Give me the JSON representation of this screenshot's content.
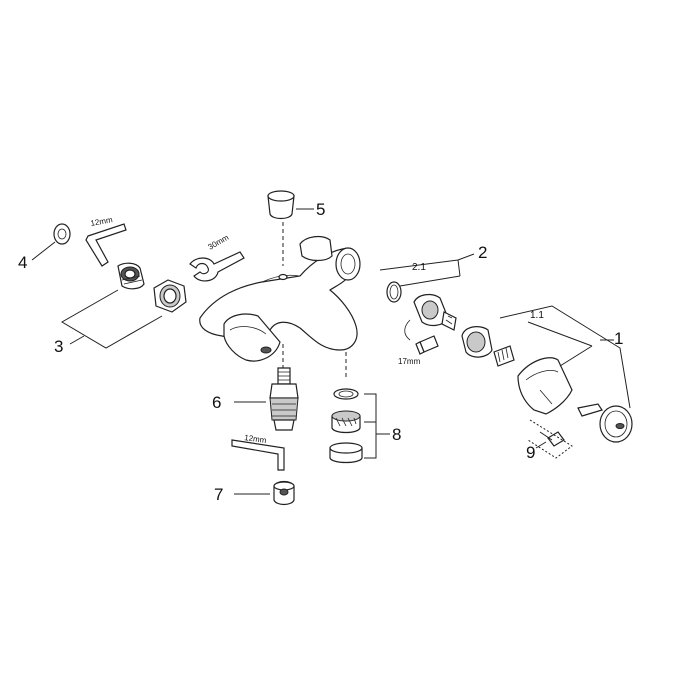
{
  "callouts": {
    "c1": "1",
    "c1_1": "1.1",
    "c2": "2",
    "c2_1": "2.1",
    "c3": "3",
    "c4": "4",
    "c5": "5",
    "c6": "6",
    "c7": "7",
    "c8": "8",
    "c9": "9"
  },
  "tool_labels": {
    "hex_key_top": "12mm",
    "spanner": "30mm",
    "socket": "17mm",
    "hex_key_bottom": "12mm"
  }
}
